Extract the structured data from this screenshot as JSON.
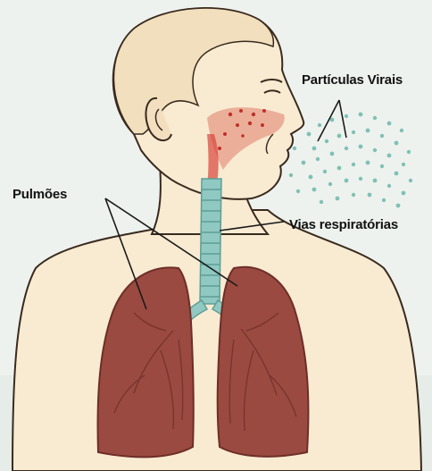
{
  "labels": {
    "particles": "Partículas Virais",
    "lungs": "Pulmões",
    "airways": "Vias respiratórias"
  },
  "colors": {
    "background": "#eef2ee",
    "skin": "#f8ebd2",
    "outline": "#3a2a1e",
    "lung": "#9a4a40",
    "lung_dark": "#6e2e28",
    "airway": "#8fc9c2",
    "virus": "#7fc1b5",
    "irritation": "#d9443a"
  },
  "icons": {
    "particles": "virus-particle-dots",
    "organs": "lungs-and-trachea"
  }
}
